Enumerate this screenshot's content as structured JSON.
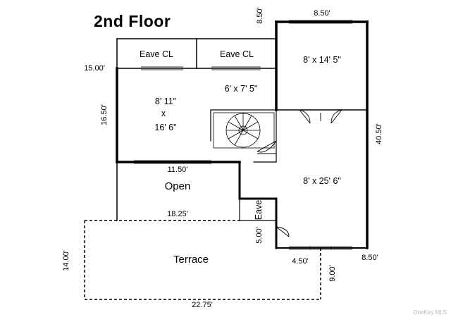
{
  "title": "2nd Floor",
  "rooms": {
    "eave_cl_1": "Eave CL",
    "eave_cl_2": "Eave CL",
    "room_a_line1": "8' 11\"",
    "room_a_line2": "x",
    "room_a_line3": "16' 6\"",
    "room_b": "6' x 7' 5\"",
    "room_c": "8' x 14' 5\"",
    "room_d": "8' x 25' 6\"",
    "open": "Open",
    "eave": "Eave",
    "terrace": "Terrace"
  },
  "dimensions": {
    "d1": "8.50'",
    "d2": "8.50'",
    "d3": "15.00'",
    "d4": "16.50'",
    "d5": "40.50'",
    "d6": "11.50'",
    "d7": "18.25'",
    "d8": "5.00'",
    "d9": "14.00'",
    "d10": "4.50'",
    "d11": "8.50'",
    "d12": "9.00'",
    "d13": "22.75'"
  },
  "watermark": "OneKey MLS"
}
